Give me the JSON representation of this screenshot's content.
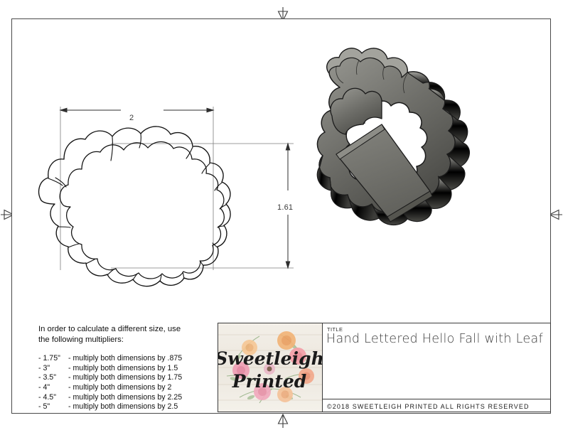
{
  "document": {
    "type": "technical-drawing",
    "background": "#ffffff",
    "frame_color": "#4a4a4a"
  },
  "drawing": {
    "part_outline_name": "cookie-cutter-outline",
    "render_name": "cookie-cutter-3d-render",
    "dimensions": {
      "width_label": "2",
      "height_label": "1.61"
    },
    "render_colors": {
      "dark": "#3b3b39",
      "mid": "#5d5d59",
      "light": "#8f8f89",
      "highlight": "#a8a8a2",
      "outline": "#1b1b1b"
    }
  },
  "notes": {
    "lead_line_1": "In order to calculate a different size, use",
    "lead_line_2": "the following multipliers:",
    "multipliers": [
      {
        "size": "- 1.75\"",
        "instruction": "- multiply both dimensions by .875"
      },
      {
        "size": "- 3\"",
        "instruction": "- multiply both dimensions by 1.5"
      },
      {
        "size": "- 3.5\"",
        "instruction": "- multiply both dimensions by 1.75"
      },
      {
        "size": "- 4\"",
        "instruction": "- multiply both dimensions by 2"
      },
      {
        "size": "- 4.5\"",
        "instruction": "- multiply both dimensions by 2.25"
      },
      {
        "size": "- 5\"",
        "instruction": "- multiply both dimensions by 2.5"
      }
    ]
  },
  "logo": {
    "brand_line_1": "Sweetleigh",
    "brand_line_2": "Printed",
    "style": "watercolor-floral-script"
  },
  "title_block": {
    "label": "TITLE",
    "title": "Hand Lettered Hello Fall with Leaf",
    "copyright": "©2018   SWEETLEIGH PRINTED   ALL RIGHTS RESERVED"
  },
  "center_marks": {
    "top": "center-mark-top",
    "bottom": "center-mark-bottom",
    "left": "center-mark-left",
    "right": "center-mark-right"
  }
}
